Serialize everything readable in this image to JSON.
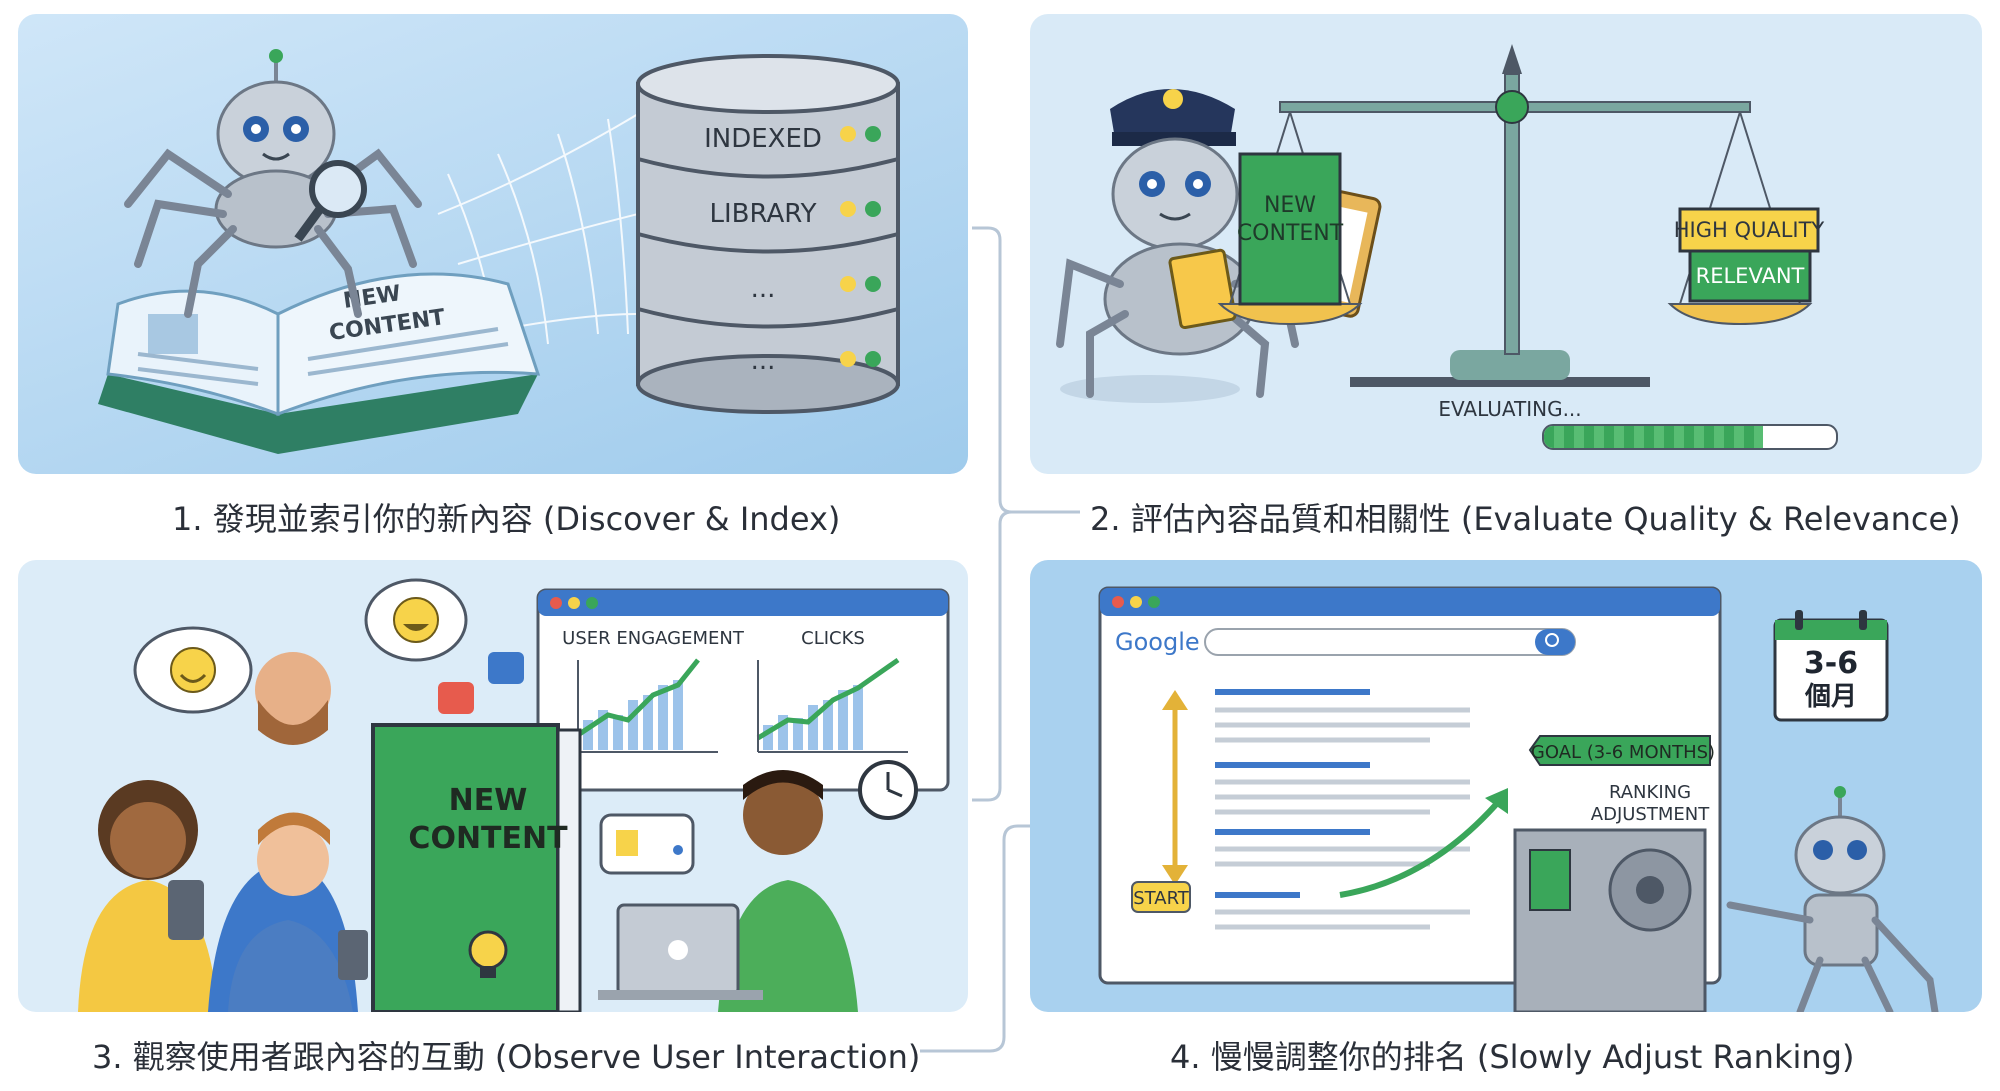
{
  "steps": [
    {
      "caption": "1. 發現並索引你的新內容 (Discover & Index)"
    },
    {
      "caption": "2. 評估內容品質和相關性 (Evaluate Quality & Relevance)"
    },
    {
      "caption": "3. 觀察使用者跟內容的互動 (Observe User Interaction)"
    },
    {
      "caption": "4. 慢慢調整你的排名 (Slowly Adjust Ranking)"
    }
  ],
  "discover": {
    "book_line1": "NEW",
    "book_line2": "CONTENT",
    "db_labels": [
      "INDEXED",
      "LIBRARY",
      "...",
      "..."
    ]
  },
  "evaluate": {
    "book_line1": "NEW",
    "book_line2": "CONTENT",
    "tag_quality": "HIGH QUALITY",
    "tag_relevant": "RELEVANT",
    "progress_label": "EVALUATING...",
    "progress": 0.75
  },
  "observe": {
    "chart1_title": "USER ENGAGEMENT",
    "chart2_title": "CLICKS",
    "book_line1": "NEW",
    "book_line2": "CONTENT"
  },
  "ranking": {
    "brand": "Google",
    "goal_label": "GOAL (3-6 MONTHS)",
    "start_label": "START",
    "adjust_line1": "RANKING",
    "adjust_line2": "ADJUSTMENT",
    "calendar_line1": "3-6",
    "calendar_line2": "個月"
  },
  "colors": {
    "accent_green": "#3aa65a",
    "accent_blue": "#3d78c9",
    "tag_yellow": "#f7d34a"
  }
}
